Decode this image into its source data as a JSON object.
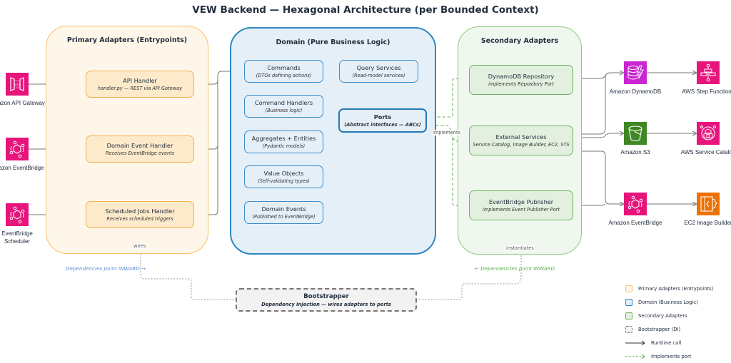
{
  "title": "VEW Backend — Hexagonal Architecture (per Bounded Context)",
  "colors": {
    "primary_border": "#f7c06b",
    "primary_fill": "#fff6ea",
    "domain_border": "#2e86c1",
    "domain_fill": "#e5eff8",
    "secondary_border": "#8cc97d",
    "secondary_fill": "#f0f7ef",
    "implements_arrow": "#5fb14d",
    "runtime_arrow": "#555555",
    "aws_pink": "#e7157b",
    "aws_purple": "#c925d1",
    "aws_green": "#3f8624",
    "aws_orange": "#ed7100"
  },
  "groups": {
    "primary": {
      "title": "Primary Adapters (Entrypoints)",
      "nodes": [
        {
          "title": "API Handler",
          "subtitle": "handler.py — REST via API Gateway"
        },
        {
          "title": "Domain Event Handler",
          "subtitle": "Receives EventBridge events"
        },
        {
          "title": "Scheduled Jobs Handler",
          "subtitle": "Receives scheduled triggers"
        }
      ],
      "wires_label": "wires",
      "note": "Dependencies point INWARD →"
    },
    "domain": {
      "title": "Domain (Pure Business Logic)",
      "nodes": [
        {
          "title": "Commands",
          "subtitle": "(DTOs defining actions)"
        },
        {
          "title": "Query Services",
          "subtitle": "(Read-model services)"
        },
        {
          "title": "Command Handlers",
          "subtitle": "(Business logic)"
        },
        {
          "title": "Ports",
          "subtitle": "(Abstract interfaces — ABCs)"
        },
        {
          "title": "Aggregates + Entities",
          "subtitle": "(Pydantic models)"
        },
        {
          "title": "Value Objects",
          "subtitle": "(Self-validating types)"
        },
        {
          "title": "Domain Events",
          "subtitle": "(Published to EventBridge)"
        }
      ]
    },
    "secondary": {
      "title": "Secondary Adapters",
      "nodes": [
        {
          "title": "DynamoDB Repository",
          "subtitle": "implements Repository Port"
        },
        {
          "title": "External Services",
          "subtitle": "Service Catalog, Image Builder, EC2, STS"
        },
        {
          "title": "EventBridge Publisher",
          "subtitle": "implements Event Publisher Port"
        }
      ],
      "implements_label": "implements",
      "instantiates_label": "instantiates",
      "note": "← Dependencies point INWARD"
    }
  },
  "bootstrapper": {
    "title": "Bootstrapper",
    "subtitle": "Dependency Injection — wires adapters to ports"
  },
  "sources": [
    {
      "label": "Amazon API Gateway",
      "icon": "api-gateway-icon"
    },
    {
      "label": "Amazon EventBridge",
      "icon": "eventbridge-icon"
    },
    {
      "label": "EventBridge Scheduler",
      "icon": "eventbridge-scheduler-icon"
    }
  ],
  "targets": [
    {
      "label": "Amazon DynamoDB",
      "icon": "dynamodb-icon"
    },
    {
      "label": "AWS Step Functions",
      "icon": "step-functions-icon"
    },
    {
      "label": "Amazon S3",
      "icon": "s3-icon"
    },
    {
      "label": "AWS Service Catalog",
      "icon": "service-catalog-icon"
    },
    {
      "label": "Amazon EventBridge",
      "icon": "eventbridge-icon"
    },
    {
      "label": "EC2 Image Builder",
      "icon": "ec2-image-builder-icon"
    }
  ],
  "legend": [
    {
      "label": "Primary Adapters (Entrypoints)"
    },
    {
      "label": "Domain (Business Logic)"
    },
    {
      "label": "Secondary Adapters"
    },
    {
      "label": "Bootstrapper (DI)"
    },
    {
      "label": "Runtime call"
    },
    {
      "label": "Implements port"
    }
  ]
}
